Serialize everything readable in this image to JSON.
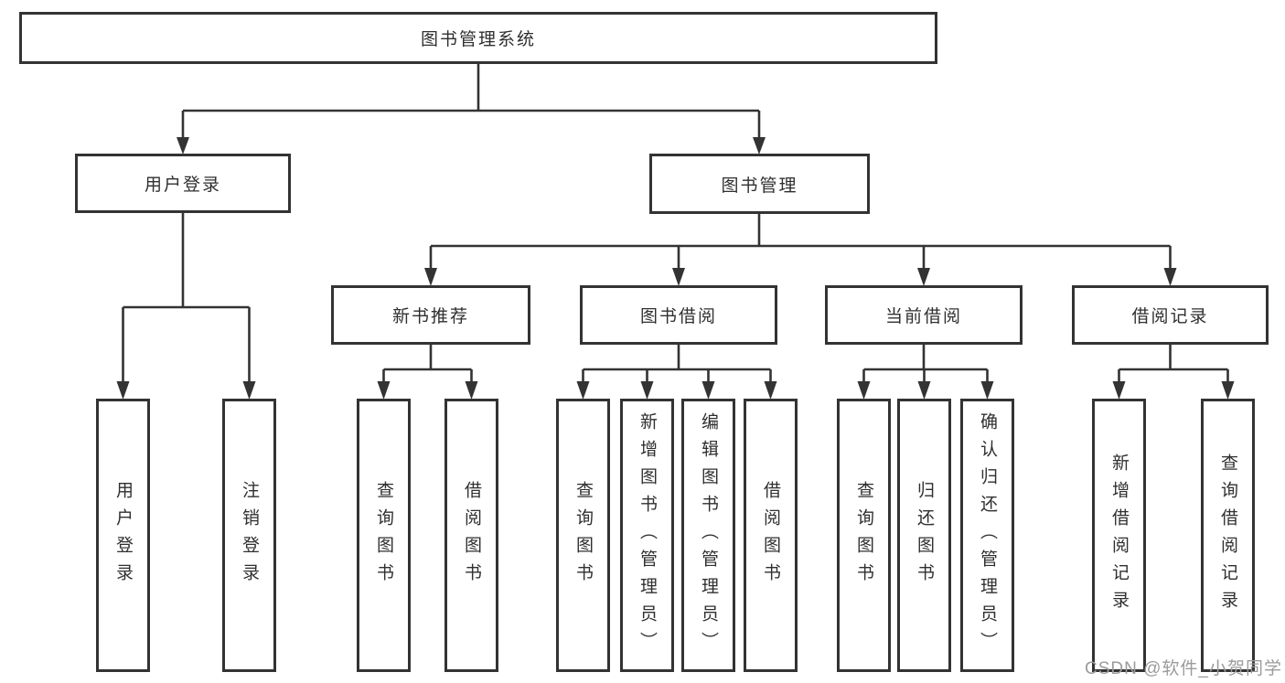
{
  "tree": {
    "root": "图书管理系统",
    "login": {
      "label": "用户登录",
      "children": [
        "用户登录",
        "注销登录"
      ]
    },
    "management": {
      "label": "图书管理",
      "sections": [
        {
          "label": "新书推荐",
          "children": [
            "查询图书",
            "借阅图书"
          ]
        },
        {
          "label": "图书借阅",
          "children": [
            "查询图书",
            "新增图书（管理员）",
            "编辑图书（管理员）",
            "借阅图书"
          ]
        },
        {
          "label": "当前借阅",
          "children": [
            "查询图书",
            "归还图书",
            "确认归还（管理员）"
          ]
        },
        {
          "label": "借阅记录",
          "children": [
            "新增借阅记录",
            "查询借阅记录"
          ]
        }
      ]
    }
  },
  "watermark": "CSDN @软件_小贺同学",
  "colors": {
    "line": "#333333",
    "text": "#2f2f2f",
    "box_background": "#ffffff",
    "watermark": "#9b9b9b"
  }
}
